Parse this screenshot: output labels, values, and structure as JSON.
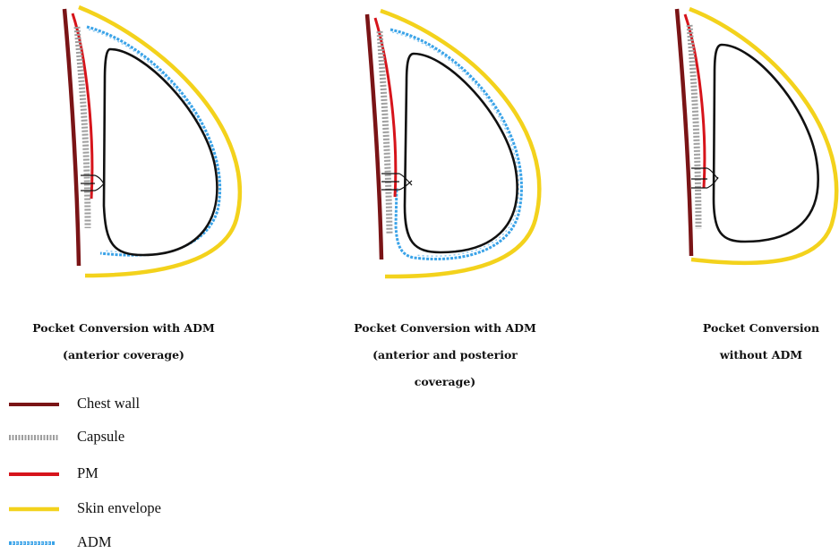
{
  "panels": [
    {
      "caption_line1": "Pocket Conversion with ADM",
      "caption_line2": "(anterior coverage)",
      "caption_line3": ""
    },
    {
      "caption_line1": "Pocket Conversion with ADM",
      "caption_line2": "(anterior and posterior",
      "caption_line3": "coverage)"
    },
    {
      "caption_line1": "Pocket Conversion",
      "caption_line2": "without ADM",
      "caption_line3": ""
    }
  ],
  "legend": [
    {
      "label": "Chest wall",
      "color": "#7a1416",
      "style": "solid"
    },
    {
      "label": "Capsule",
      "color": "#9e9e9e",
      "style": "dotted"
    },
    {
      "label": "PM",
      "color": "#d6141b",
      "style": "solid"
    },
    {
      "label": "Skin envelope",
      "color": "#f3d21c",
      "style": "solid"
    },
    {
      "label": "ADM",
      "color": "#3aa3e8",
      "style": "textured"
    }
  ],
  "colors": {
    "chest_wall": "#7a1416",
    "capsule": "#9e9e9e",
    "pm": "#d6141b",
    "skin": "#f3d21c",
    "adm": "#3aa3e8",
    "implant": "#111111"
  }
}
